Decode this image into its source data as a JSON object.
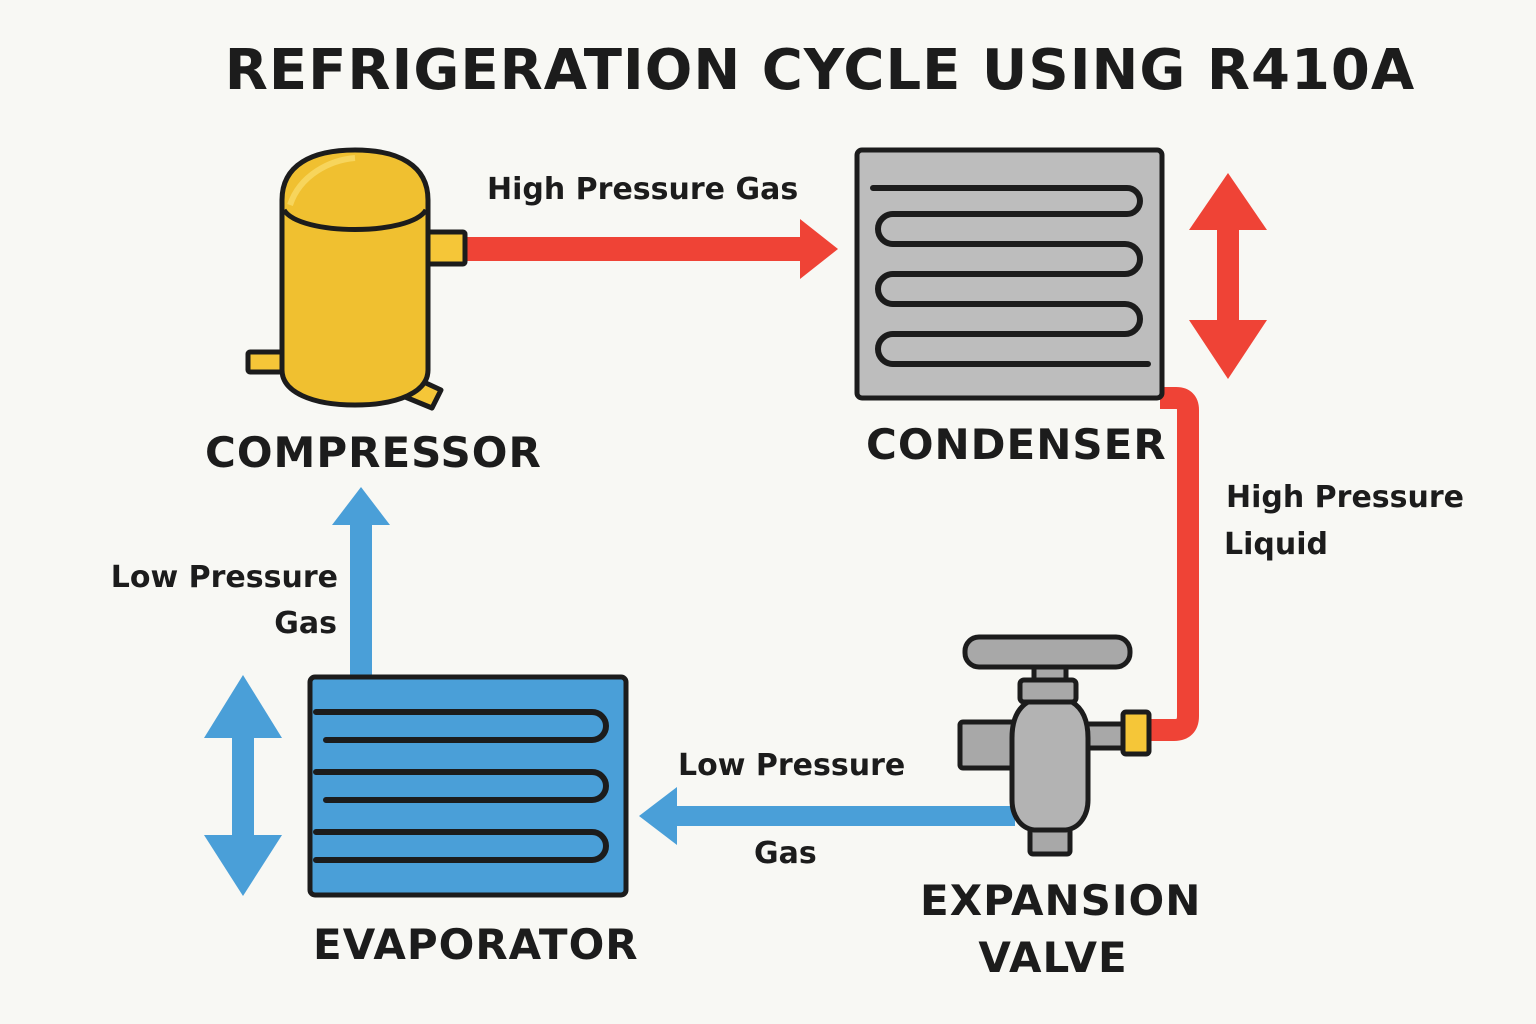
{
  "title": "REFRIGERATION CYCLE USING R410A",
  "components": {
    "compressor": "COMPRESSOR",
    "condenser": "CONDENSER",
    "expansion_valve_line1": "EXPANSION",
    "expansion_valve_line2": "VALVE",
    "evaporator": "EVAPORATOR"
  },
  "flows": {
    "compressor_to_condenser": "High Pressure Gas",
    "condenser_to_valve_line1": "High Pressure",
    "condenser_to_valve_line2": "Liquid",
    "valve_to_evaporator_line1": "Low Pressure",
    "valve_to_evaporator_line2": "Gas",
    "evaporator_to_compressor_line1": "Low Pressure",
    "evaporator_to_compressor_line2": "Gas"
  },
  "colors": {
    "high_pressure": "#ef4336",
    "low_pressure": "#4a9fd8",
    "compressor": "#f5c638",
    "condenser": "#bdbdbd",
    "valve": "#a8a8a8",
    "valve_fitting": "#f5c638",
    "outline": "#1c1c1c",
    "background": "#f8f8f4"
  }
}
